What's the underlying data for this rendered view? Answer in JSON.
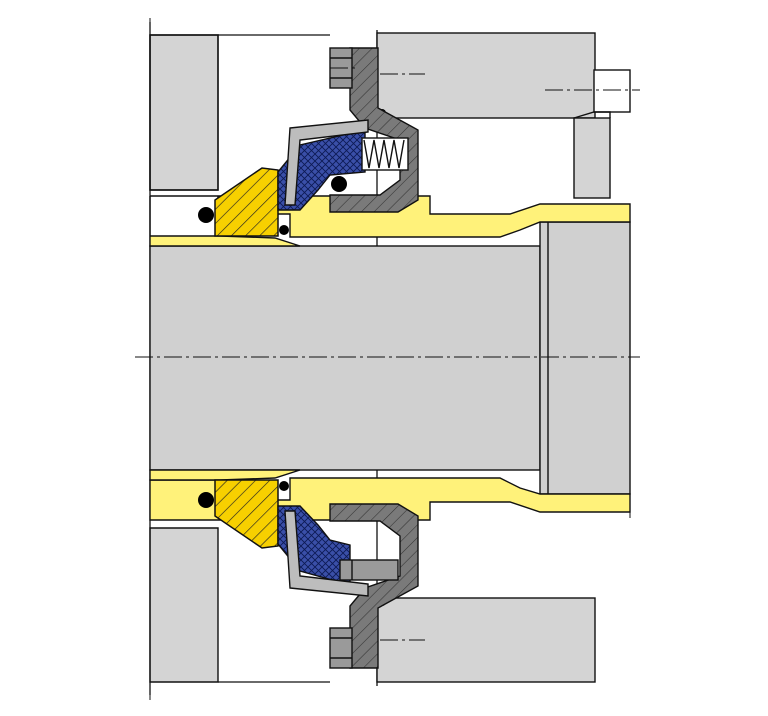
{
  "diagram": {
    "kind": "mechanical seal cross-section",
    "labels": [],
    "colors": {
      "housing_gray": "#d4d4d4",
      "shaft_gray": "#d0d0d0",
      "sleeve_yellow": "#fff27a",
      "seal_ring_yellow": "#f7d000",
      "elastomer_blue": "#3a4fa8",
      "gland_dark_gray": "#7a7a7a",
      "bolt_gray": "#9a9a9a",
      "outline": "#111111",
      "o_ring_black": "#000000"
    },
    "components": [
      "housing",
      "shaft",
      "shaft-sleeve",
      "stationary-seat",
      "rotating-face-elastomer",
      "gland-plate",
      "spring",
      "hex-bolt",
      "o-rings",
      "clamp-collar",
      "drive-screw"
    ]
  }
}
